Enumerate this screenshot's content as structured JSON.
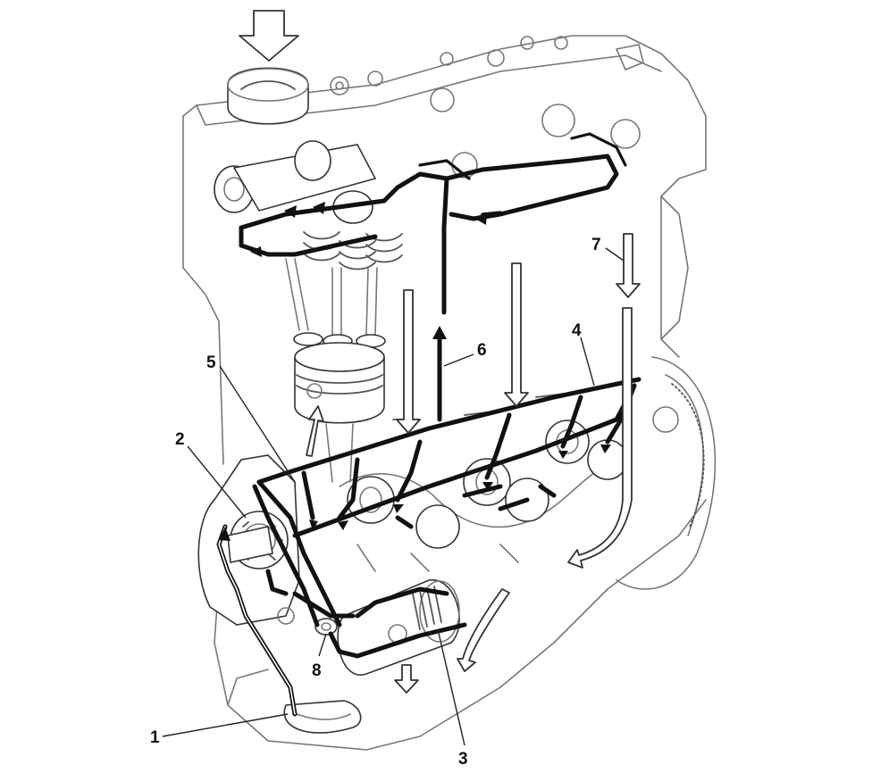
{
  "labels": {
    "l1": "1",
    "l2": "2",
    "l3": "3",
    "l4": "4",
    "l5": "5",
    "l6": "6",
    "l7": "7",
    "l8": "8"
  },
  "colors": {
    "oil_path": "#111111",
    "engine_outline": "#777777",
    "background": "#ffffff"
  }
}
